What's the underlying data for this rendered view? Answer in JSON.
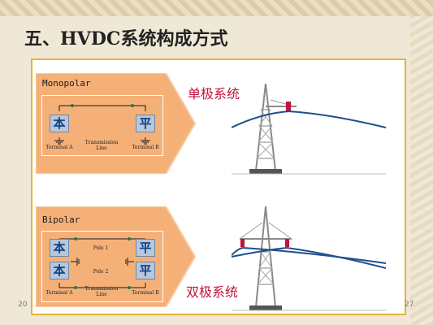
{
  "slide": {
    "title": "五、HVDC系统构成方式",
    "page_left": "20",
    "page_right": "27"
  },
  "monopolar": {
    "name": "Monopolar",
    "terminal_a": "Terminal A",
    "terminal_b": "Terminal B",
    "line_label": "Transmission Line",
    "system_label": "单极系统"
  },
  "bipolar": {
    "name": "Bipolar",
    "terminal_a": "Terminal A",
    "terminal_b": "Terminal B",
    "line_label": "Transmission Line",
    "pole1": "Pole 1",
    "pole2": "Pole 2",
    "system_label": "双极系统"
  },
  "glyphs": {
    "rectifier": "本",
    "inverter": "平"
  },
  "colors": {
    "arrow_fill": "#f5b078",
    "panel_border": "#e4b437",
    "system_label": "#c0143c",
    "conductor": "#1f4e8c",
    "chip_text": "#0b3f86"
  }
}
